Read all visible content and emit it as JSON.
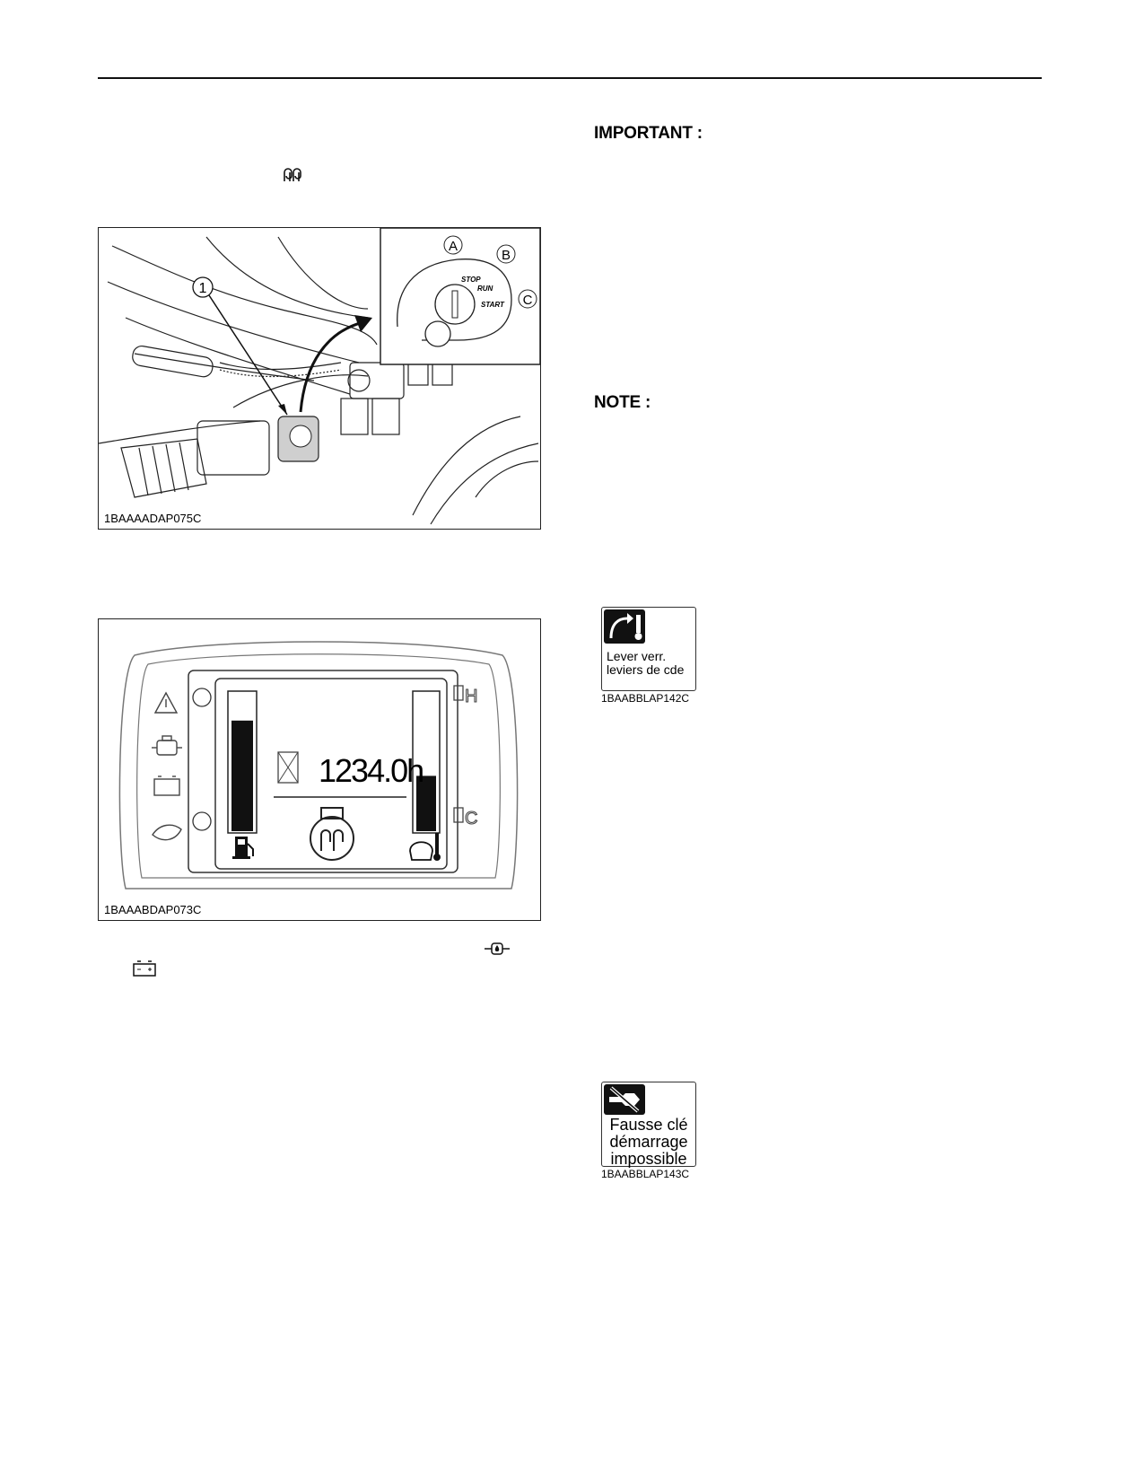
{
  "figures": {
    "ignition": {
      "code": "1BAAAADAP075C",
      "callout": "1",
      "inset_labels": [
        "A",
        "B",
        "C"
      ],
      "switch_positions": [
        "STOP",
        "RUN",
        "START"
      ]
    },
    "dashboard": {
      "code": "1BAAABDAP073C",
      "hour_meter": "1234.0h",
      "temp_high": "H",
      "temp_low": "C",
      "fuel_level": 0.8,
      "temp_level": 0.4
    }
  },
  "right": {
    "important": "IMPORTANT :",
    "note": "NOTE :",
    "decal1": {
      "text": [
        "Lever verr.",
        "leviers de cde"
      ],
      "code": "1BAABBLAP142C"
    },
    "decal2": {
      "text": [
        "Fausse clé",
        "démarrage",
        "impossible"
      ],
      "code": "1BAABBLAP143C"
    }
  },
  "icons": [
    "glow-plug-icon",
    "oil-pressure-icon",
    "battery-icon",
    "warning-triangle-icon",
    "engine-oil-icon",
    "fuel-pump-icon",
    "coolant-temp-icon",
    "glow-plug-large-icon"
  ]
}
